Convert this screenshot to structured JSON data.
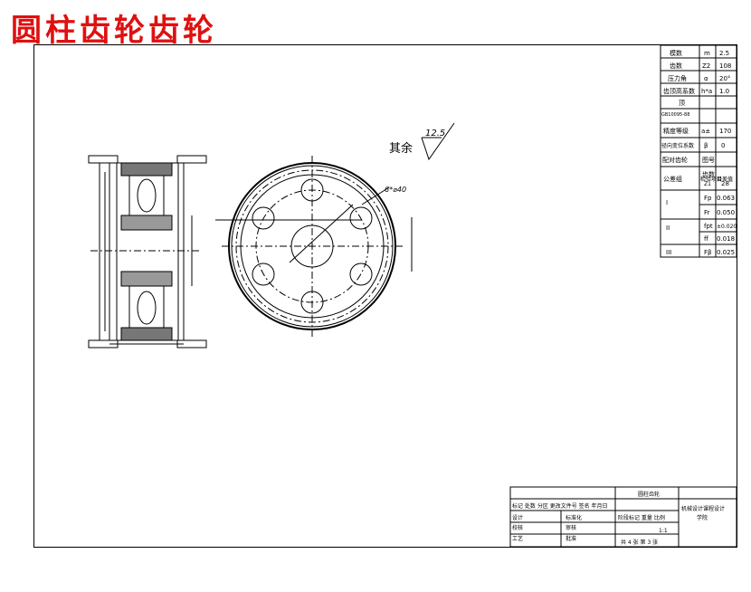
{
  "title": "圆柱齿轮齿轮",
  "roughness": {
    "label": "其余",
    "value": "12.5"
  },
  "hole_note": "6*⌀40",
  "params": {
    "rows": [
      {
        "label": "模数",
        "sym": "m",
        "val": "2.5"
      },
      {
        "label": "齿数",
        "sym": "Z2",
        "val": "108"
      },
      {
        "label": "压力角",
        "sym": "α",
        "val": "20°"
      },
      {
        "label": "齿顶高系数",
        "sym": "h*a",
        "val": "1.0"
      },
      {
        "label": "顶",
        "sym": "",
        "val": "GB10095-88"
      },
      {
        "label": "精度等级",
        "sym": "a±",
        "val": "170"
      },
      {
        "label": "径向变位系数",
        "sym": "β",
        "val": "0"
      },
      {
        "label": "配对齿轮",
        "sym": "图号",
        "val": ""
      },
      {
        "label": "",
        "sym": "齿数",
        "val2": "Z1",
        "val": "28"
      },
      {
        "label": "公差组",
        "sym": "检验项目",
        "val": "公差值"
      }
    ],
    "tol": [
      {
        "group": "I",
        "item": "Fp",
        "value": "0.063"
      },
      {
        "group": "",
        "item": "Fr",
        "value": "0.050"
      },
      {
        "group": "II",
        "item": "fpt",
        "value": "±0.020"
      },
      {
        "group": "",
        "item": "ff",
        "value": "0.018"
      },
      {
        "group": "III",
        "item": "Fβ",
        "value": "0.025"
      }
    ]
  },
  "titleblock": {
    "part": "圆柱齿轮",
    "rev": "标记 处数 分区 更改文件号 签名 年月日",
    "design": "设计",
    "std": "标准化",
    "check": "校核",
    "review": "审核",
    "proc": "工艺",
    "approve": "批准",
    "stage": "阶段标记 重量 比例",
    "scale": "1:1",
    "sheet": "共 4 张 第 3 张",
    "school": "机械设计课程设计",
    "dept": "学院"
  }
}
